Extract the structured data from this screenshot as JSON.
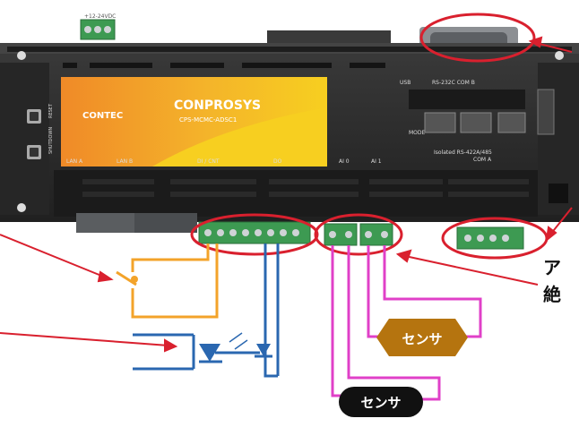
{
  "device": {
    "logo": "CONTEC",
    "brand": "CONPROSYS",
    "model": "CPS-MCMC-ADSC1",
    "power_label": "+12-24VDC",
    "lan_a": "LAN A",
    "lan_b": "LAN B",
    "di_label": "DI / CNT",
    "do_label": "DO",
    "ai0_label": "AI 0",
    "ai1_label": "AI 1",
    "usb_label": "USB",
    "com_b_label": "RS-232C COM B",
    "com_a_label": "Isolated RS-422A/485",
    "com_a_sub": "COM A",
    "reset_label": "RESET",
    "shutdown_label": "SHUTDOWN",
    "mode_label": "MODE"
  },
  "diagram": {
    "sensor_1": "センサ",
    "sensor_2": "センサ",
    "side_note_line1": "ア",
    "side_note_line2": "絶"
  },
  "colors": {
    "device_body": "#2c2c2c",
    "label_gradient_orange": "#f0a030",
    "label_gradient_yellow": "#f5c518",
    "callout_red": "#d9202e",
    "terminal_green": "#3d9a52",
    "wire_orange": "#f3a32a",
    "wire_blue": "#2a67b0",
    "wire_pink": "#e040c8",
    "sensor_brown": "#b5740f",
    "sensor_black": "#111111"
  }
}
